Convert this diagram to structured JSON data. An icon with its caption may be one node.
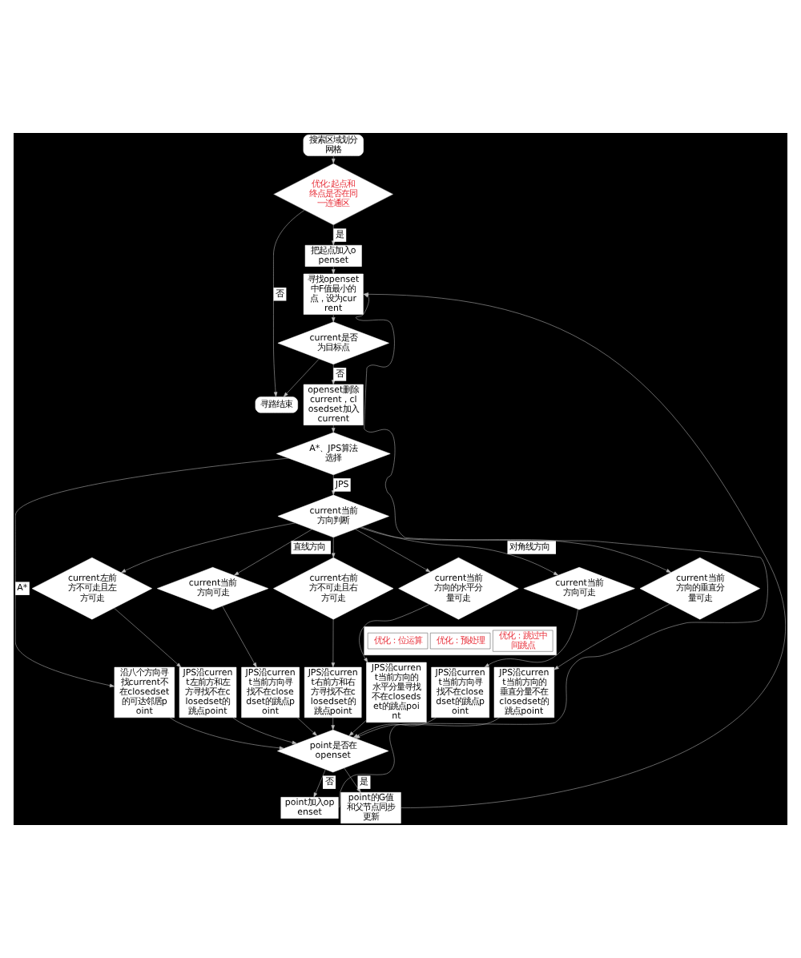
{
  "diagram": {
    "nodes": [
      {
        "text": [
          "搜索区域划分网格"
        ]
      },
      {
        "text": [
          "优化:起点和终点是否在同一连通区"
        ]
      },
      {
        "text": [
          "把起点加入openset"
        ]
      },
      {
        "text": [
          "寻找openset中F值最小的点，设为current"
        ]
      },
      {
        "text": [
          "current是否为目标点"
        ]
      },
      {
        "text": [
          "寻路结束"
        ]
      },
      {
        "text": [
          "openset删除current，closedset加入current"
        ]
      },
      {
        "text": [
          "A*、JPS算法选择"
        ]
      },
      {
        "text": [
          "current当前方向判断"
        ]
      },
      {
        "text": [
          "current左前方不可走且左方可走"
        ]
      },
      {
        "text": [
          "current当前方向可走"
        ]
      },
      {
        "text": [
          "current右前方不可走且右方可走"
        ]
      },
      {
        "text": [
          "current当前方向的水平分量可走"
        ]
      },
      {
        "text": [
          "current当前方向可走"
        ]
      },
      {
        "text": [
          "current当前方向的垂直分量可走"
        ]
      },
      {
        "text": [],
        "shape": "bar"
      },
      {
        "text": [
          "优化：位运算"
        ],
        "in": 15
      },
      {
        "text": [
          "优化：预处理"
        ],
        "in": 15
      },
      {
        "text": [
          "优化：跳过中间跳点"
        ],
        "in": 15
      },
      {
        "text": [
          "沿八个方向寻找current不在closedset的可达邻居point"
        ]
      },
      {
        "text": [
          "JPS沿current左前方和左方寻找不在closedset的跳点point"
        ]
      },
      {
        "text": [
          "JPS沿current当前方向寻找不在closedset的跳点point"
        ]
      },
      {
        "text": [
          "JPS沿current右前方和右方寻找不在closedset的跳点point"
        ]
      },
      {
        "text": [
          "JPS沿current当前方向的水平分量寻找不在closedset的跳点point"
        ]
      },
      {
        "text": [
          "JPS沿current当前方向寻找不在closedset的跳点point"
        ]
      },
      {
        "text": [
          "JPS沿current当前方向的垂直分量不在closedset的跳点point"
        ]
      },
      {
        "text": [
          "point是否在openset"
        ]
      },
      {
        "text": [
          "point加入openset"
        ]
      },
      {
        "text": [
          "point的G值和父节点同步更新"
        ]
      }
    ],
    "edges": [
      {
        "from": 0,
        "to": 1,
        "arrow": "to"
      },
      {
        "from": 1,
        "to": 5,
        "arrow": "to",
        "label": "否"
      },
      {
        "from": 1,
        "to": 2,
        "arrow": "to",
        "label": "是"
      },
      {
        "from": 2,
        "to": 3,
        "arrow": "to"
      },
      {
        "from": 3,
        "to": 4,
        "arrow": "to"
      },
      {
        "from": 4,
        "to": 5,
        "arrow": "to"
      },
      {
        "from": 4,
        "to": 6,
        "arrow": "to",
        "label": "否"
      },
      {
        "from": 6,
        "to": 7,
        "arrow": "to"
      },
      {
        "from": 7,
        "to": 19,
        "arrow": "to",
        "label": "A*"
      },
      {
        "from": 7,
        "to": 8,
        "arrow": "to",
        "label": "JPS"
      },
      {
        "from": 8,
        "to": 9,
        "arrow": "to"
      },
      {
        "from": 8,
        "to": 10,
        "arrow": "to",
        "label": "直线方向"
      },
      {
        "from": 8,
        "to": 11,
        "arrow": "to"
      },
      {
        "from": 8,
        "to": 12,
        "arrow": "to"
      },
      {
        "from": 8,
        "to": 13,
        "arrow": "to",
        "label": "对角线方向"
      },
      {
        "from": 8,
        "to": 14,
        "arrow": "to"
      },
      {
        "from": 9,
        "to": 20,
        "arrow": "to"
      },
      {
        "from": 10,
        "to": 21,
        "arrow": "to"
      },
      {
        "from": 11,
        "to": 22,
        "arrow": "to"
      },
      {
        "from": 12,
        "to": 23,
        "arrow": "to"
      },
      {
        "from": 13,
        "to": 24,
        "arrow": "to"
      },
      {
        "from": 14,
        "to": 25,
        "arrow": "to"
      },
      {
        "from": 19,
        "to": 26,
        "arrow": "to"
      },
      {
        "from": 20,
        "to": 26,
        "arrow": "to"
      },
      {
        "from": 21,
        "to": 26,
        "arrow": "to"
      },
      {
        "from": 22,
        "to": 26,
        "arrow": "to"
      },
      {
        "from": 23,
        "to": 26,
        "arrow": "to"
      },
      {
        "from": 24,
        "to": 26,
        "arrow": "to"
      },
      {
        "from": 25,
        "to": 26,
        "arrow": "to"
      },
      {
        "from": 26,
        "to": 27,
        "arrow": "to",
        "label": "否"
      },
      {
        "from": 26,
        "to": 28,
        "arrow": "to",
        "label": "是"
      },
      {
        "from": 27,
        "to": 3,
        "arrow": "to"
      },
      {
        "from": 28,
        "to": 3,
        "arrow": "to"
      }
    ]
  }
}
